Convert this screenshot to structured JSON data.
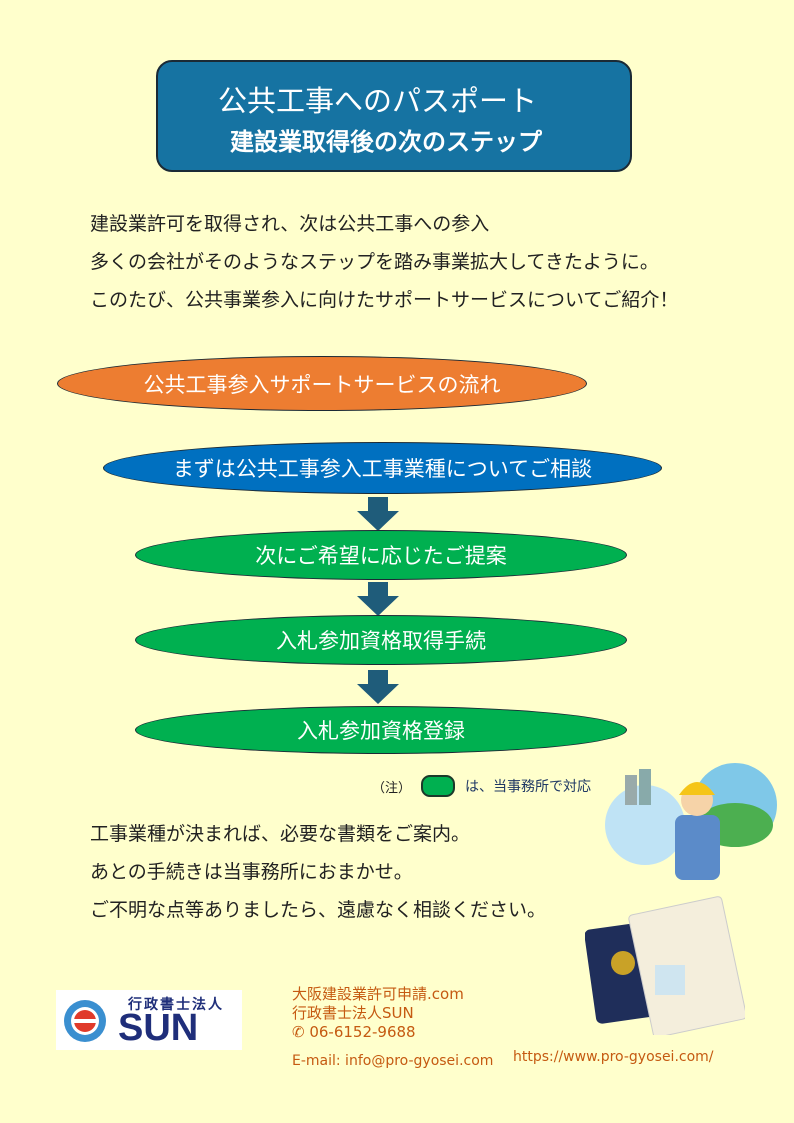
{
  "title": {
    "line1": "公共工事へのパスポート",
    "line2": "建設業取得後の次のステップ"
  },
  "intro": [
    "建設業許可を取得され、次は公共工事への参入",
    "多くの会社がそのようなステップを踏み事業拡大してきたように。",
    "このたび、公共事業参入に向けたサポートサービスについてご紹介！"
  ],
  "flow": {
    "header": "公共工事参入サポートサービスの流れ",
    "step1": "まずは公共工事参入工事業種についてご相談",
    "step2": "次にご希望に応じたご提案",
    "step3": "入札参加資格取得手続",
    "step4": "入札参加資格登録"
  },
  "note": {
    "prefix": "（注）",
    "text": "は、当事務所で対応"
  },
  "outro": [
    "工事業種が決まれば、必要な書類をご案内。",
    "あとの手続きは当事務所におまかせ。",
    "ご不明な点等ありましたら、遠慮なく相談ください。"
  ],
  "logo": {
    "top": "行政書士法人",
    "main": "SUN"
  },
  "contact": {
    "site": "大阪建設業許可申請.com",
    "company": "行政書士法人SUN",
    "phone": "06-6152-9688",
    "email": "E-mail: info@pro-gyosei.com",
    "url": "https://www.pro-gyosei.com/"
  },
  "colors": {
    "bg": "#FFFFCC",
    "title": "#1673A2",
    "orange": "#ED7D31",
    "blue": "#0070C0",
    "green": "#00B050",
    "arrow": "#1F5C7A",
    "contact": "#C55A11"
  }
}
